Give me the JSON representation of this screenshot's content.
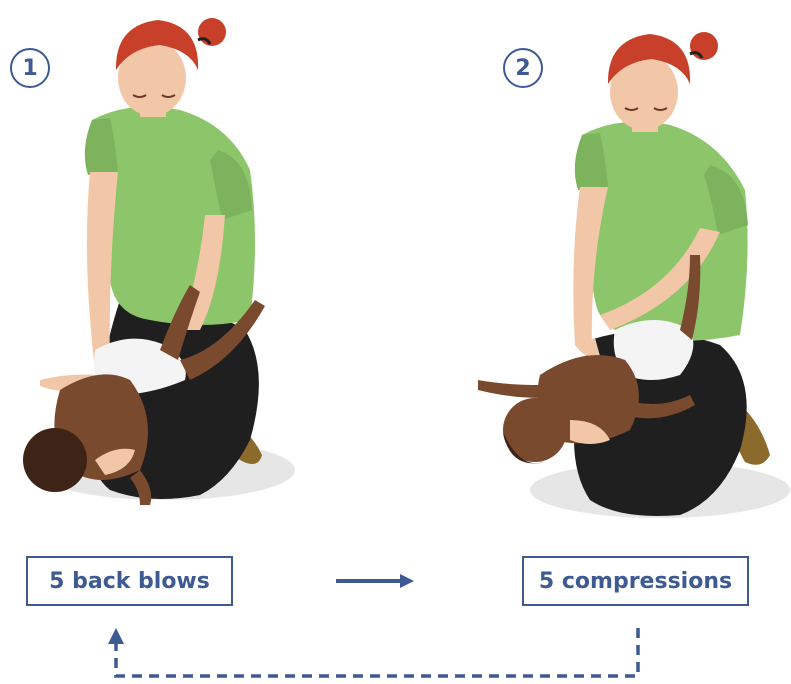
{
  "steps": [
    {
      "number": "1",
      "label": "5 back blows"
    },
    {
      "number": "2",
      "label": "5 compressions"
    }
  ],
  "colors": {
    "accent": "#3d5a93",
    "shirt": "#8cc56a",
    "hair": "#c8402a",
    "skin_adult": "#f1c7a8",
    "skin_infant": "#7a4a2e",
    "trousers": "#1f1f1f",
    "diaper": "#f4f4f4",
    "shoe": "#8b6a2b"
  }
}
